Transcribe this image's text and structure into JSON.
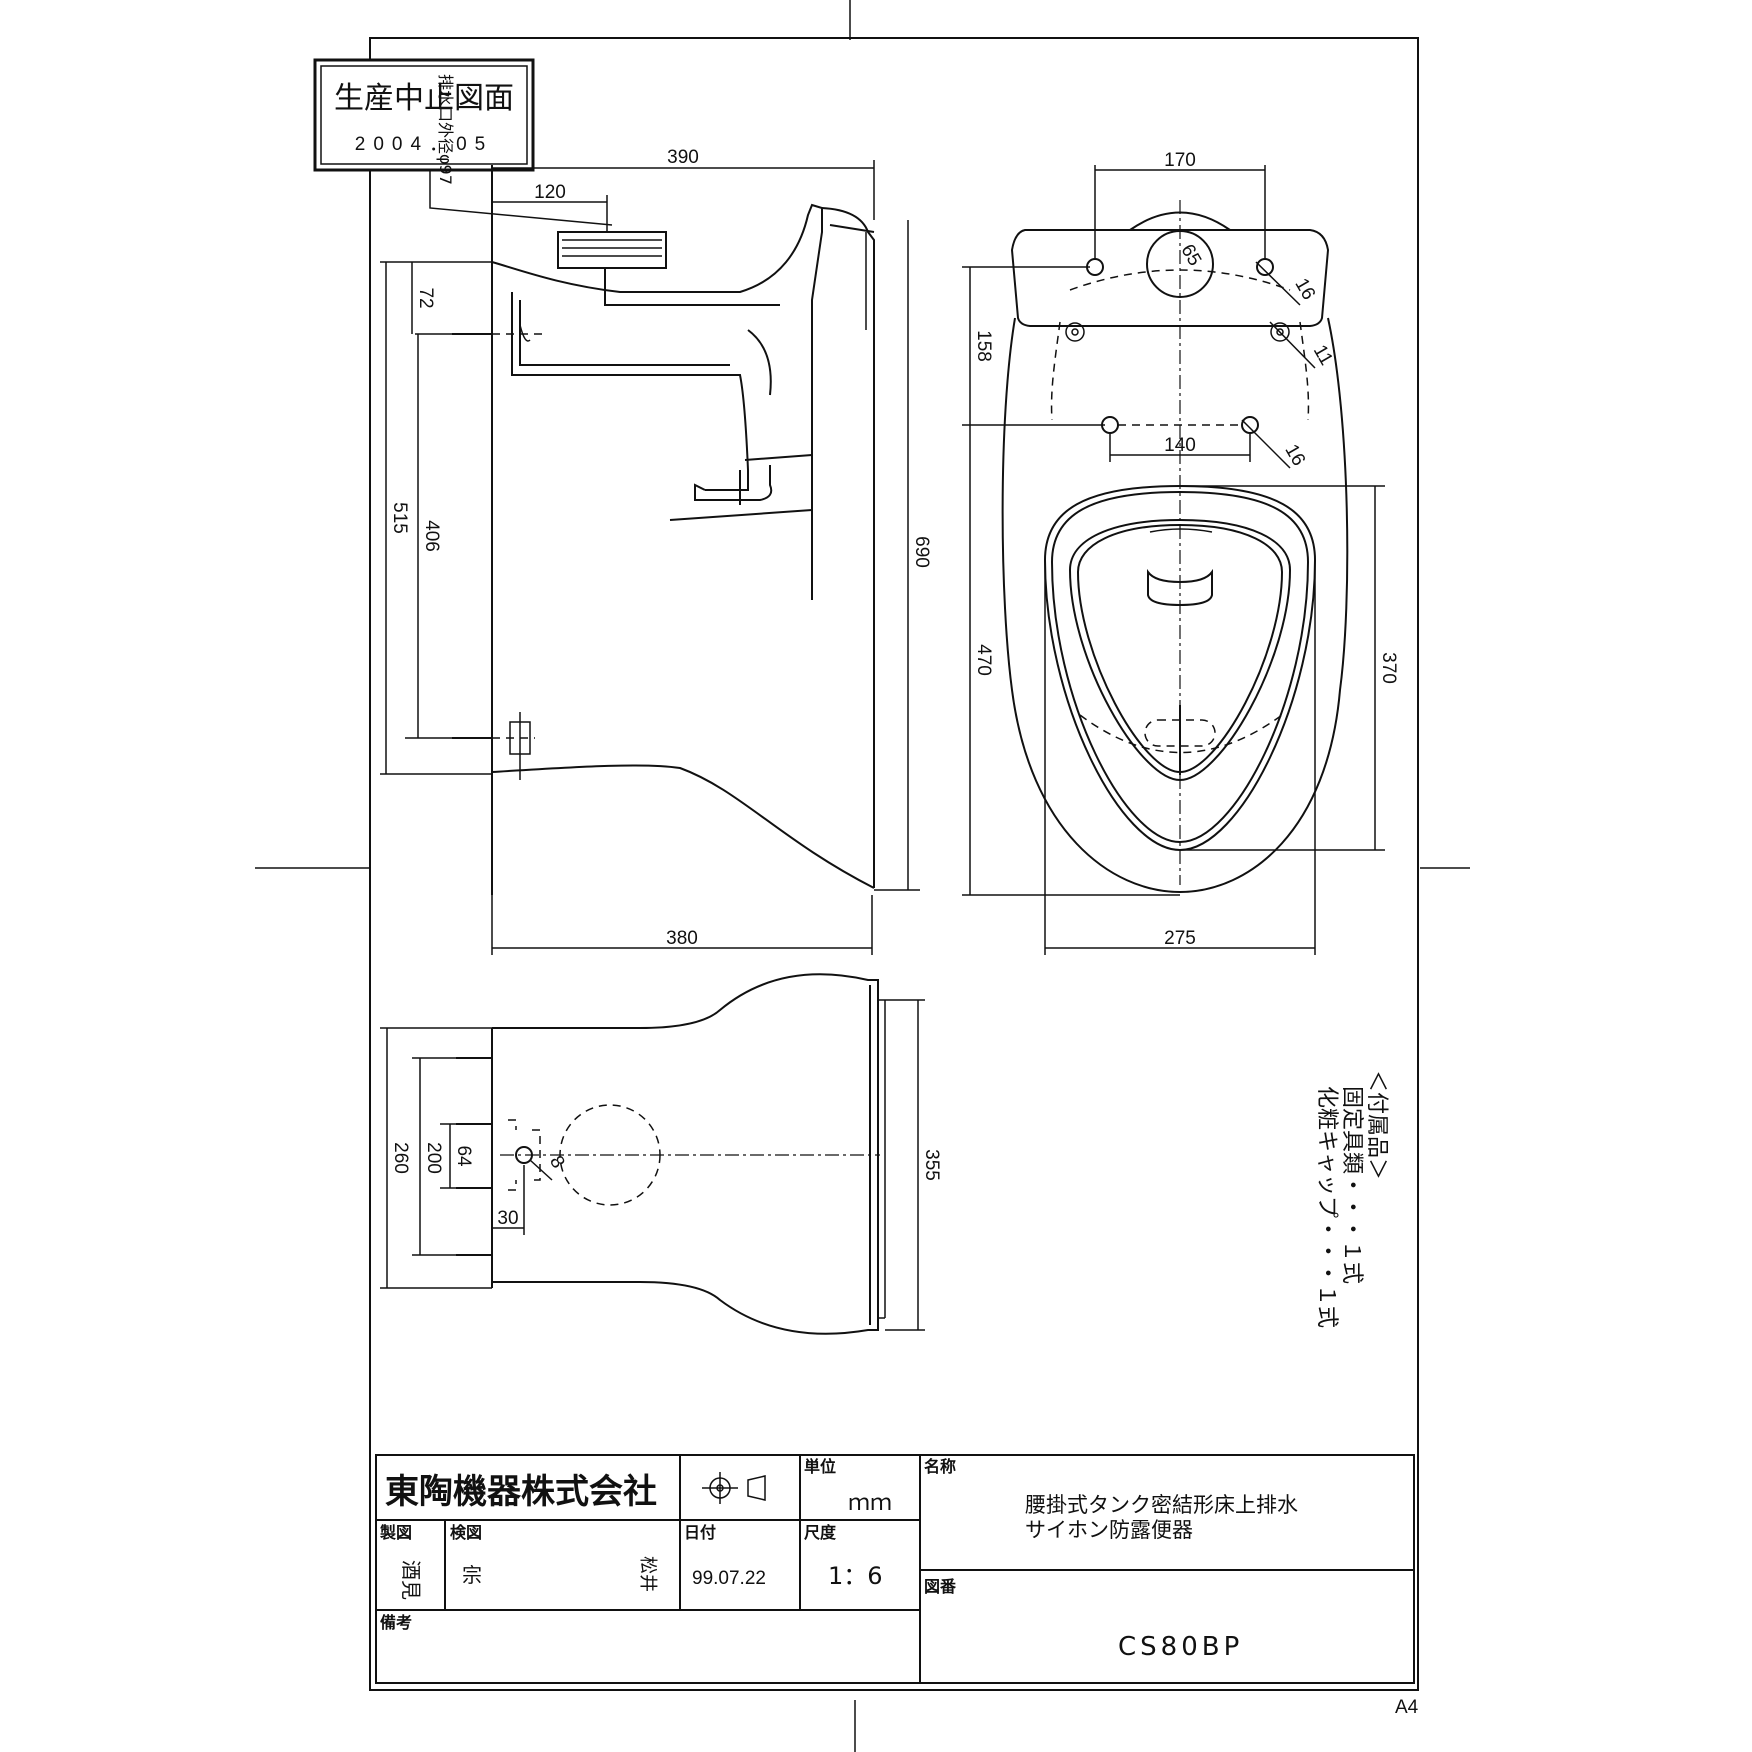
{
  "stamp": {
    "line1": "生産中止図面",
    "line2": "2004．05"
  },
  "annotations": {
    "drain_outer_dia": "排水口外径φ97"
  },
  "side_view": {
    "d390": "390",
    "d120": "120",
    "d72": "72",
    "d515": "515",
    "d406": "406",
    "d690": "690",
    "d380": "380"
  },
  "top_view": {
    "d170": "170",
    "d65": "65",
    "d16a": "16",
    "d11": "11",
    "d158": "158",
    "d140": "140",
    "d16b": "16",
    "d470": "470",
    "d370": "370",
    "d275": "275"
  },
  "bottom_view": {
    "d260": "260",
    "d200": "200",
    "d64": "64",
    "d8": "8",
    "d30": "30",
    "d355": "355"
  },
  "accessories": {
    "heading": "＜付属品＞",
    "item1": "固定具類・・・１式",
    "item2": "化粧キャップ・・・１式"
  },
  "title_block": {
    "company": "東陶機器株式会社",
    "unit_label": "単位",
    "unit_value": "ｍｍ",
    "name_label": "名称",
    "name_line1": "腰掛式タンク密結形床上排水",
    "name_line2": "サイホン防露便器",
    "drawn_label": "製図",
    "drawn_value": "酒見",
    "checked_label": "検図",
    "checked_value": "宗",
    "approved_value": "松井",
    "date_label": "日付",
    "date_value": "99.07.22",
    "scale_label": "尺度",
    "scale_value": "1：6",
    "number_label": "図番",
    "number_value": "CS80BP",
    "remarks_label": "備考"
  },
  "sheet_size": "A4"
}
